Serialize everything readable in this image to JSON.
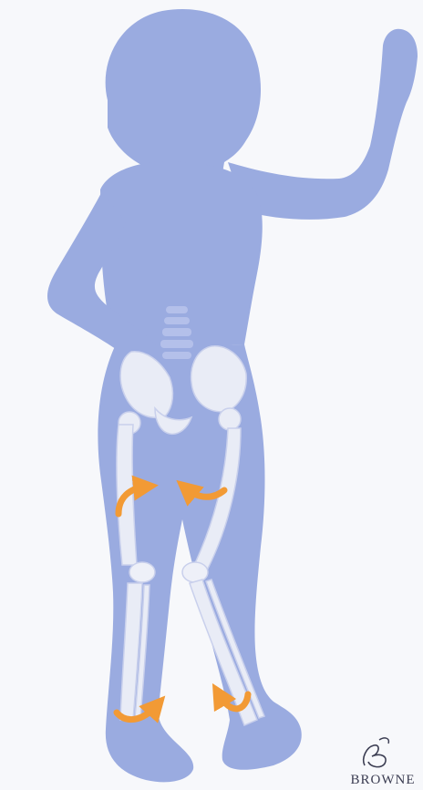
{
  "image": {
    "subject": "child-silhouette-with-leg-bones",
    "colors": {
      "background": "#f7f8fb",
      "silhouette": "#9aabe0",
      "silhouette_shade": "#8fa1da",
      "bone": "#e9ecf6",
      "bone_outline": "#c9d0ec",
      "arrow": "#f29a35"
    },
    "arrows": [
      {
        "name": "right-femur-inward-rotation-arrow"
      },
      {
        "name": "left-femur-inward-rotation-arrow"
      },
      {
        "name": "right-foot-rotation-arrow"
      },
      {
        "name": "left-foot-rotation-arrow"
      }
    ]
  },
  "signature": {
    "text": "BROWNE",
    "icon": "signature-monogram-icon"
  }
}
